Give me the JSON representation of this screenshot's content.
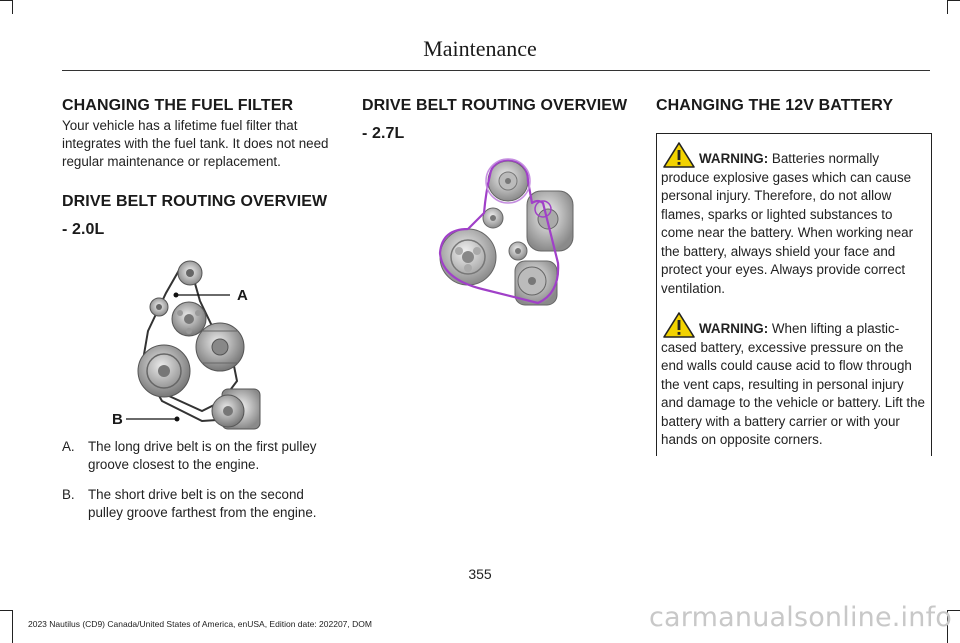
{
  "header": {
    "title": "Maintenance"
  },
  "left_column": {
    "fuel_filter": {
      "heading": "CHANGING THE FUEL FILTER",
      "body": "Your vehicle has a lifetime fuel filter that integrates with the fuel tank. It does not need regular maintenance or replacement."
    },
    "belt_20": {
      "heading_line1": "DRIVE BELT ROUTING OVERVIEW",
      "heading_line2": "- 2.0L",
      "figure_labels": {
        "a": "A",
        "b": "B"
      },
      "callouts": [
        {
          "key": "A.",
          "text": "The long drive belt is on the first pulley groove closest to the engine."
        },
        {
          "key": "B.",
          "text": "The short drive belt is on the second pulley groove farthest from the engine."
        }
      ]
    }
  },
  "middle_column": {
    "belt_27": {
      "heading_line1": "DRIVE BELT ROUTING OVERVIEW",
      "heading_line2": "- 2.7L"
    }
  },
  "right_column": {
    "battery": {
      "heading": "CHANGING THE 12V BATTERY",
      "warnings": [
        {
          "label": "WARNING:",
          "text": "Batteries normally produce explosive gases which can cause personal injury. Therefore, do not allow flames, sparks or lighted substances to come near the battery. When working near the battery, always shield your face and protect your eyes. Always provide correct ventilation."
        },
        {
          "label": "WARNING:",
          "text": "When lifting a plastic-cased battery, excessive pressure on the end walls could cause acid to flow through the vent caps, resulting in personal injury and damage to the vehicle or battery. Lift the battery with a battery carrier or with your hands on opposite corners."
        }
      ]
    }
  },
  "footer": {
    "page_number": "355",
    "edition_note": "2023 Nautilus (CD9) Canada/United States of America, enUSA, Edition date: 202207, DOM",
    "watermark": "carmanualsonline.info"
  },
  "colors": {
    "belt_highlight": "#a040c8",
    "warning_yellow": "#f2d200",
    "text": "#1a1a1a"
  }
}
